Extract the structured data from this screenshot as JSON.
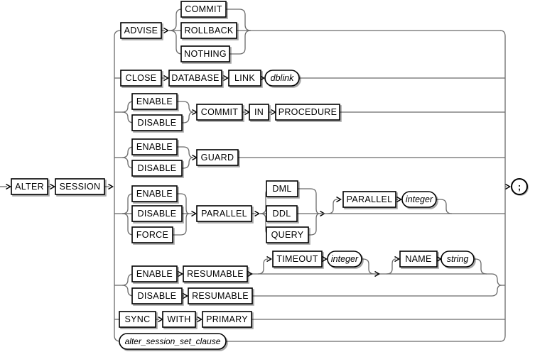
{
  "colors": {
    "background": "#ffffff",
    "box_border": "#000000",
    "track_line": "#6b6b6b",
    "text": "#000000"
  },
  "diagram": {
    "start": {
      "keywords": [
        "ALTER",
        "SESSION"
      ]
    },
    "terminator": ";",
    "branches": {
      "advise": {
        "keyword": "ADVISE",
        "options": [
          "COMMIT",
          "ROLLBACK",
          "NOTHING"
        ]
      },
      "close_link": {
        "keywords": [
          "CLOSE",
          "DATABASE",
          "LINK"
        ],
        "variable": "dblink"
      },
      "commit_in_procedure": {
        "toggle": [
          "ENABLE",
          "DISABLE"
        ],
        "keywords": [
          "COMMIT",
          "IN",
          "PROCEDURE"
        ]
      },
      "guard": {
        "toggle": [
          "ENABLE",
          "DISABLE"
        ],
        "keyword": "GUARD"
      },
      "parallel": {
        "modes": [
          "ENABLE",
          "DISABLE",
          "FORCE"
        ],
        "keyword": "PARALLEL",
        "types": [
          "DML",
          "DDL",
          "QUERY"
        ],
        "optional_degree": {
          "keyword": "PARALLEL",
          "variable": "integer"
        }
      },
      "resumable_enable": {
        "keywords": [
          "ENABLE",
          "RESUMABLE"
        ],
        "optional_timeout": {
          "keyword": "TIMEOUT",
          "variable": "integer"
        },
        "optional_name": {
          "keyword": "NAME",
          "variable": "string"
        }
      },
      "resumable_disable": {
        "keywords": [
          "DISABLE",
          "RESUMABLE"
        ]
      },
      "sync": {
        "keywords": [
          "SYNC",
          "WITH",
          "PRIMARY"
        ]
      },
      "set_clause": {
        "variable": "alter_session_set_clause"
      }
    }
  }
}
